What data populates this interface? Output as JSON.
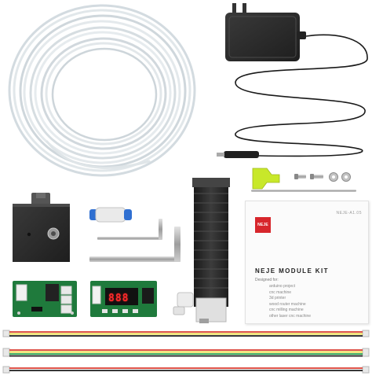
{
  "manual": {
    "brand": "NEJE",
    "model": "NEJE-A1.05",
    "title": "NEJE MODULE KIT",
    "subtitle": "Designed for:",
    "uses": [
      "arduino project",
      "cnc machine",
      "3d printer",
      "wood router machine",
      "cnc milling machine",
      "other laser cnc machine"
    ]
  },
  "driver_display": "888",
  "colors": {
    "pcb_green": "#1f7a3c",
    "laser_housing": "#2b2b2b",
    "wire_red": "#d83a2e",
    "wire_yellow": "#e9d83a",
    "wire_black": "#1b1b1b",
    "clip_lime": "#c8e82a",
    "manual_red": "#d7262c"
  },
  "icons": [
    "power-adapter-icon",
    "tubing-coil-icon",
    "laser-module-icon",
    "pcb-icon"
  ]
}
